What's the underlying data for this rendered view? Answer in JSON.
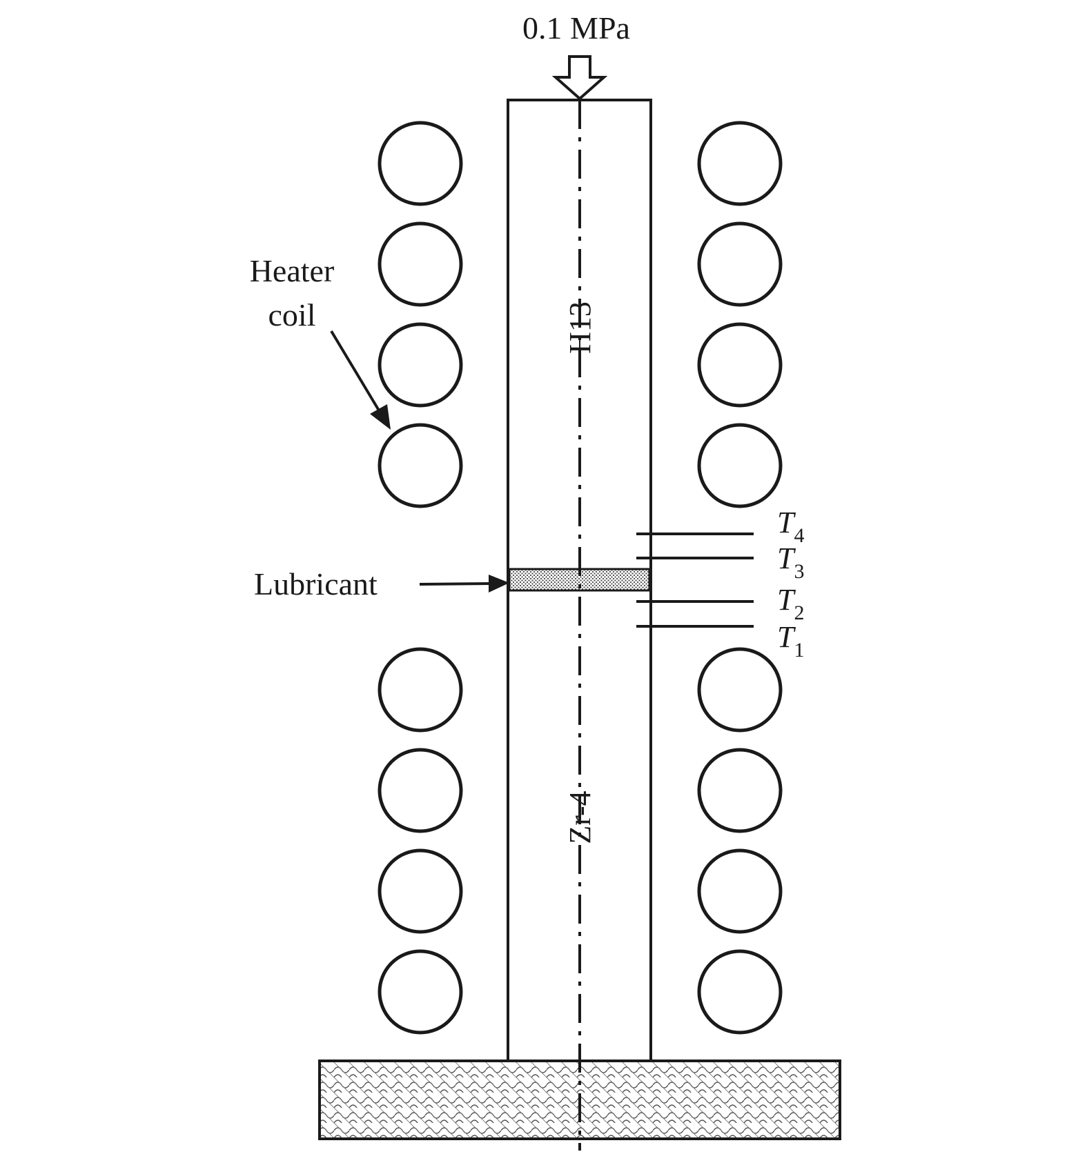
{
  "load_label": "0.1 MPa",
  "heater_label_line1": "Heater",
  "heater_label_line2": "coil",
  "lubricant_label": "Lubricant",
  "upper_specimen_label": "H13",
  "lower_specimen_label": "Zr-4",
  "thermocouples": [
    {
      "symbol": "T",
      "index": "4"
    },
    {
      "symbol": "T",
      "index": "3"
    },
    {
      "symbol": "T",
      "index": "2"
    },
    {
      "symbol": "T",
      "index": "1"
    }
  ],
  "stroke_color": "#1a1a1a"
}
